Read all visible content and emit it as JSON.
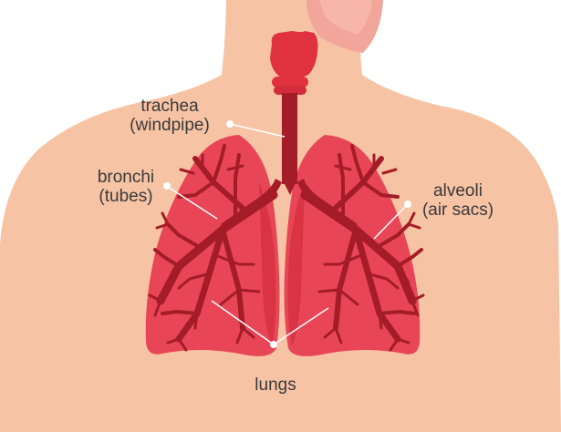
{
  "diagram": {
    "labels": {
      "trachea": {
        "line1": "trachea",
        "line2": "(windpipe)"
      },
      "bronchi": {
        "line1": "bronchi",
        "line2": "(tubes)"
      },
      "alveoli": {
        "line1": "alveoli",
        "line2": "(air sacs)"
      },
      "lungs": {
        "line1": "lungs"
      }
    },
    "colors": {
      "skin": "#f7c3a5",
      "mouth": "#f2a59a",
      "lung_fill": "#e84656",
      "lung_shade": "#d93344",
      "airway": "#a41c27",
      "larynx": "#e03140",
      "leader_line": "#ffffff",
      "text": "#3a3a3a"
    }
  }
}
